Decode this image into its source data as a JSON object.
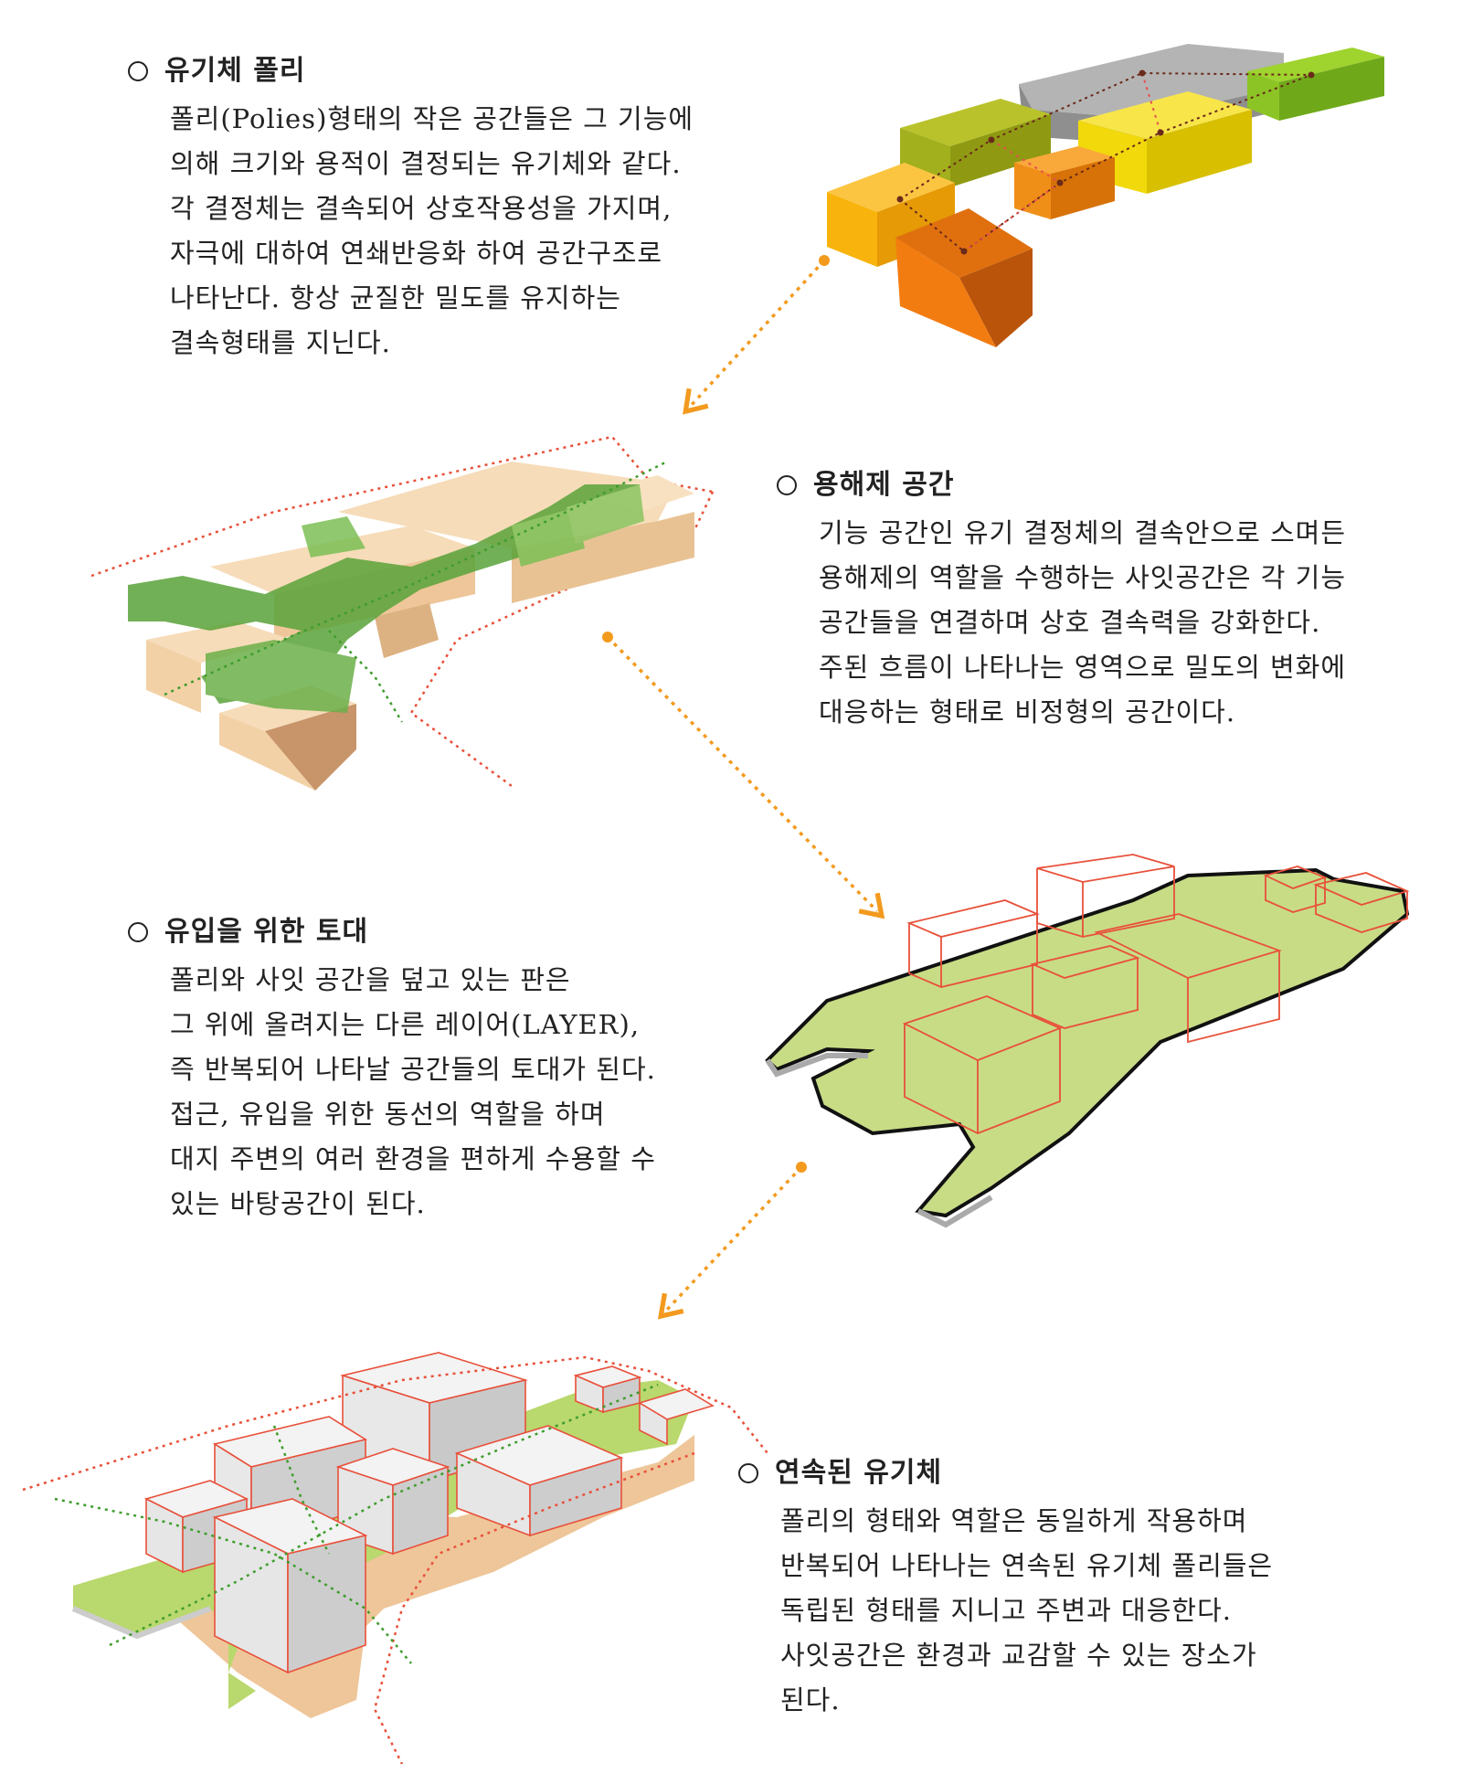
{
  "colors": {
    "accent_orange": "#f39a1e",
    "polly_green": "#93cc2a",
    "polly_olive": "#a8b41d",
    "polly_yellow": "#f4dc0e",
    "polly_amber": "#f9b60b",
    "polly_orange": "#f7820d",
    "polly_gray": "#9a9a9a",
    "solvent_green": "#3f9d2d",
    "mass_tan": "#f2c99a",
    "platform_green": "#c8dc86",
    "outline_red": "#e8503a"
  },
  "sections": [
    {
      "heading": "유기체 폴리",
      "lines": [
        "폴리(Polies)형태의 작은 공간들은 그 기능에",
        "의해 크기와 용적이 결정되는 유기체와 같다.",
        "각 결정체는 결속되어 상호작용성을 가지며,",
        "자극에 대하여 연쇄반응화 하여 공간구조로",
        "나타난다. 항상 균질한 밀도를 유지하는",
        "결속형태를 지닌다."
      ]
    },
    {
      "heading": "용해제 공간",
      "lines": [
        "기능 공간인 유기 결정체의 결속안으로 스며든",
        "용해제의 역할을 수행하는 사잇공간은 각 기능",
        "공간들을 연결하며 상호 결속력을 강화한다.",
        "주된 흐름이 나타나는 영역으로 밀도의 변화에",
        "대응하는 형태로 비정형의 공간이다."
      ]
    },
    {
      "heading": "유입을 위한 토대",
      "lines": [
        "폴리와 사잇 공간을 덮고 있는 판은",
        "그 위에 올려지는 다른 레이어(LAYER),",
        "즉 반복되어 나타날 공간들의 토대가 된다.",
        "접근, 유입을 위한 동선의 역할을 하며",
        "대지 주변의 여러 환경을 편하게 수용할 수",
        "있는 바탕공간이 된다."
      ]
    },
    {
      "heading": "연속된 유기체",
      "lines": [
        "폴리의 형태와 역할은 동일하게 작용하며",
        "반복되어 나타나는 연속된 유기체 폴리들은",
        "독립된 형태를 지니고 주변과 대응한다.",
        "사잇공간은 환경과 교감할 수 있는 장소가",
        "된다."
      ]
    }
  ]
}
